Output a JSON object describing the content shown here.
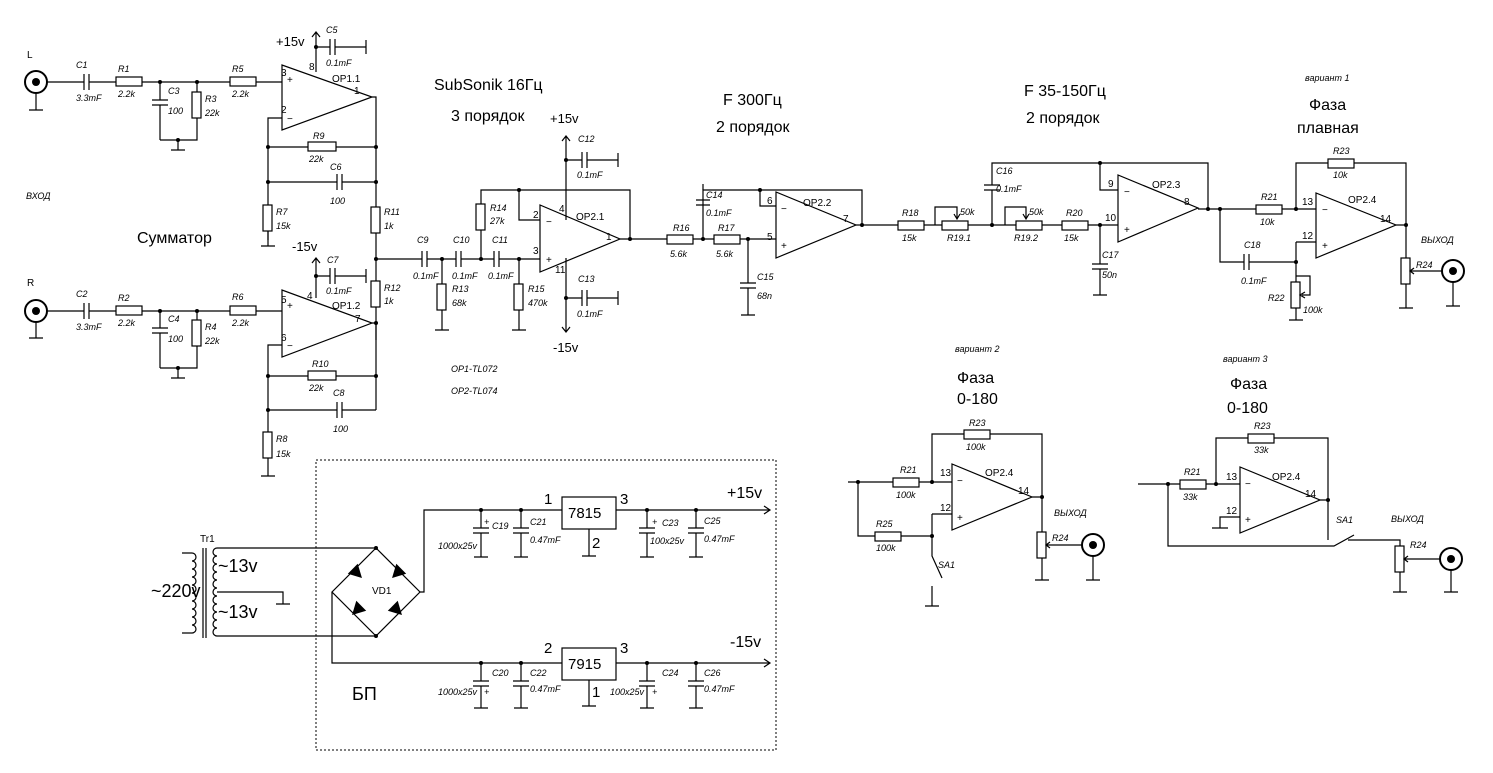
{
  "colors": {
    "ink": "#000000",
    "background": "#ffffff"
  },
  "labels": {
    "in_l": "L",
    "in_r": "R",
    "vhod": "ВХОД",
    "summator": "Сумматор",
    "subsonic": "SubSonik 16Гц",
    "order3": "3 порядок",
    "f300": "F 300Гц",
    "order2a": "2 порядок",
    "f35": "F 35-150Гц",
    "order2b": "2 порядок",
    "var1": "вариант 1",
    "faza1": "Фаза",
    "plavnaya": "плавная",
    "var2": "вариант 2",
    "faza2": "Фаза",
    "range2": "0-180",
    "var3": "вариант 3",
    "faza3": "Фаза",
    "range3": "0-180",
    "vyhod": "ВЫХОД",
    "op1_type": "OP1-TL072",
    "op2_type": "OP2-TL074",
    "bp": "БП",
    "tr1": "Tr1",
    "v220": "~220v",
    "v13a": "~13v",
    "v13b": "~13v",
    "vd1": "VD1",
    "plus15": "+15v",
    "minus15": "-15v",
    "sa1": "SA1"
  },
  "parts": {
    "C1": {
      "ref": "C1",
      "val": "3.3mF"
    },
    "C2": {
      "ref": "C2",
      "val": "3.3mF"
    },
    "R1": {
      "ref": "R1",
      "val": "2.2k"
    },
    "R2": {
      "ref": "R2",
      "val": "2.2k"
    },
    "C3": {
      "ref": "C3",
      "val": "100"
    },
    "C4": {
      "ref": "C4",
      "val": "100"
    },
    "R3": {
      "ref": "R3",
      "val": "22k"
    },
    "R4": {
      "ref": "R4",
      "val": "22k"
    },
    "R5": {
      "ref": "R5",
      "val": "2.2k"
    },
    "R6": {
      "ref": "R6",
      "val": "2.2k"
    },
    "C5": {
      "ref": "C5",
      "val": "0.1mF"
    },
    "C7": {
      "ref": "C7",
      "val": "0.1mF"
    },
    "R9": {
      "ref": "R9",
      "val": "22k"
    },
    "R10": {
      "ref": "R10",
      "val": "22k"
    },
    "C6": {
      "ref": "C6",
      "val": "100"
    },
    "C8": {
      "ref": "C8",
      "val": "100"
    },
    "R7": {
      "ref": "R7",
      "val": "15k"
    },
    "R8": {
      "ref": "R8",
      "val": "15k"
    },
    "R11": {
      "ref": "R11",
      "val": "1k"
    },
    "R12": {
      "ref": "R12",
      "val": "1k"
    },
    "C9": {
      "ref": "C9",
      "val": "0.1mF"
    },
    "C10": {
      "ref": "C10",
      "val": "0.1mF"
    },
    "C11": {
      "ref": "C11",
      "val": "0.1mF"
    },
    "R13": {
      "ref": "R13",
      "val": "68k"
    },
    "R14": {
      "ref": "R14",
      "val": "27k"
    },
    "R15": {
      "ref": "R15",
      "val": "470k"
    },
    "C12": {
      "ref": "C12",
      "val": "0.1mF"
    },
    "C13": {
      "ref": "C13",
      "val": "0.1mF"
    },
    "R16": {
      "ref": "R16",
      "val": "5.6k"
    },
    "R17": {
      "ref": "R17",
      "val": "5.6k"
    },
    "C14": {
      "ref": "C14",
      "val": "0.1mF"
    },
    "C15": {
      "ref": "C15",
      "val": "68n"
    },
    "R18": {
      "ref": "R18",
      "val": "15k"
    },
    "R19_1": {
      "ref": "R19.1",
      "val": "50k"
    },
    "R19_2": {
      "ref": "R19.2",
      "val": "50k"
    },
    "R20": {
      "ref": "R20",
      "val": "15k"
    },
    "C16": {
      "ref": "C16",
      "val": "0.1mF"
    },
    "C17": {
      "ref": "C17",
      "val": "50n"
    },
    "R21v1": {
      "ref": "R21",
      "val": "10k"
    },
    "R23v1": {
      "ref": "R23",
      "val": "10k"
    },
    "C18": {
      "ref": "C18",
      "val": "0.1mF"
    },
    "R22": {
      "ref": "R22",
      "val": "100k"
    },
    "R24": {
      "ref": "R24"
    },
    "R21v2": {
      "ref": "R21",
      "val": "100k"
    },
    "R23v2": {
      "ref": "R23",
      "val": "100k"
    },
    "R25": {
      "ref": "R25",
      "val": "100k"
    },
    "R21v3": {
      "ref": "R21",
      "val": "33k"
    },
    "R23v3": {
      "ref": "R23",
      "val": "33k"
    },
    "C19": {
      "ref": "C19",
      "val": "1000x25v"
    },
    "C21": {
      "ref": "C21",
      "val": "0.47mF"
    },
    "C23": {
      "ref": "C23",
      "val": "100x25v"
    },
    "C25": {
      "ref": "C25",
      "val": "0.47mF"
    },
    "C20": {
      "ref": "C20",
      "val": "1000x25v"
    },
    "C22": {
      "ref": "C22",
      "val": "0.47mF"
    },
    "C24": {
      "ref": "C24",
      "val": "100x25v"
    },
    "C26": {
      "ref": "C26",
      "val": "0.47mF"
    }
  },
  "opamps": {
    "op11": "OP1.1",
    "op12": "OP1.2",
    "op21": "OP2.1",
    "op22": "OP2.2",
    "op23": "OP2.3",
    "op24": "OP2.4"
  },
  "regs": {
    "u1": "7815",
    "u2": "7915"
  },
  "pins": {
    "p1": "1",
    "p2": "2",
    "p3": "3",
    "p4": "4",
    "p5": "5",
    "p6": "6",
    "p7": "7",
    "p8": "8",
    "p9": "9",
    "p10": "10",
    "p11": "11",
    "p12": "12",
    "p13": "13",
    "p14": "14"
  }
}
